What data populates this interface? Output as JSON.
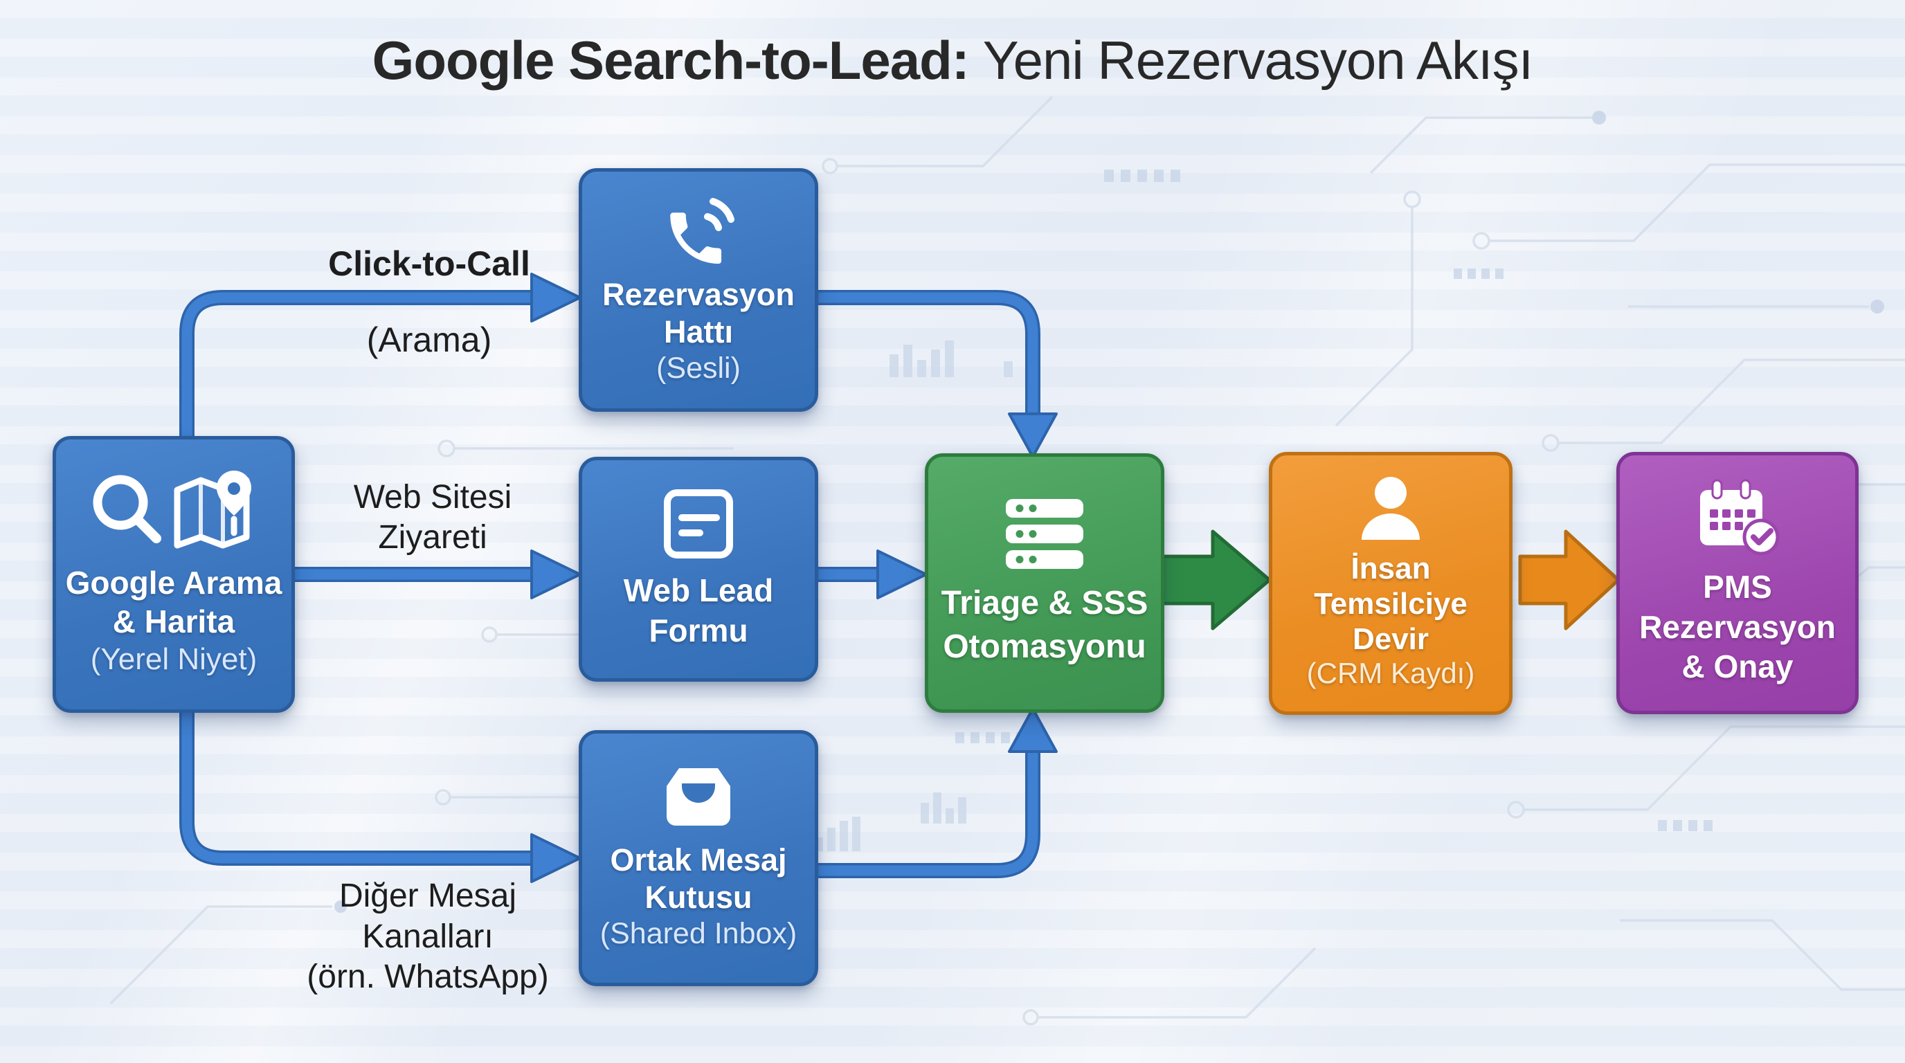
{
  "title": {
    "bold": "Google Search-to-Lead:",
    "regular": "Yeni Rezervasyon Akışı"
  },
  "nodes": {
    "source": {
      "lines": [
        "Google Arama",
        "& Harita"
      ],
      "subtitle": "(Yerel Niyet)",
      "icons": [
        "search-icon",
        "map-pin-icon"
      ],
      "color": "#3a74bd"
    },
    "call": {
      "lines": [
        "Rezervasyon",
        "Hattı"
      ],
      "subtitle": "(Sesli)",
      "icons": [
        "phone-call-icon"
      ],
      "color": "#3a74bd"
    },
    "web": {
      "lines": [
        "Web Lead",
        "Formu"
      ],
      "icons": [
        "form-icon"
      ],
      "color": "#3a74bd"
    },
    "inbox": {
      "lines": [
        "Ortak Mesaj",
        "Kutusu"
      ],
      "subtitle": "(Shared Inbox)",
      "icons": [
        "inbox-icon"
      ],
      "color": "#3a74bd"
    },
    "triage": {
      "lines": [
        "Triage & SSS",
        "Otomasyonu"
      ],
      "icons": [
        "server-stack-icon"
      ],
      "color": "#419955"
    },
    "human": {
      "lines": [
        "İnsan",
        "Temsilciye",
        "Devir"
      ],
      "subtitle": "(CRM Kaydı)",
      "icons": [
        "person-icon"
      ],
      "color": "#ea8d22"
    },
    "pms": {
      "lines": [
        "PMS",
        "Rezervasyon",
        "& Onay"
      ],
      "icons": [
        "calendar-check-icon"
      ],
      "color": "#9c45ad"
    }
  },
  "edges": {
    "click_call": {
      "l1": "Click-to-Call",
      "l2": "(Arama)"
    },
    "web_visit": {
      "l1": "Web Sitesi",
      "l2": "Ziyareti"
    },
    "other_channels": {
      "l1": "Diğer Mesaj",
      "l2": "Kanalları",
      "l3": "(örn. WhatsApp)"
    }
  },
  "colors": {
    "background": "#ecf1f8",
    "connector_blue": "#3f80d2",
    "connector_blue_edge": "#2d64ab",
    "arrow_green": "#2e8b45",
    "arrow_orange": "#e8891c",
    "box_blue": "#3a74bd",
    "box_green": "#419955",
    "box_orange": "#ea8d22",
    "box_purple": "#9c45ad",
    "title_text": "#282828",
    "label_text": "#1d1d1d"
  }
}
